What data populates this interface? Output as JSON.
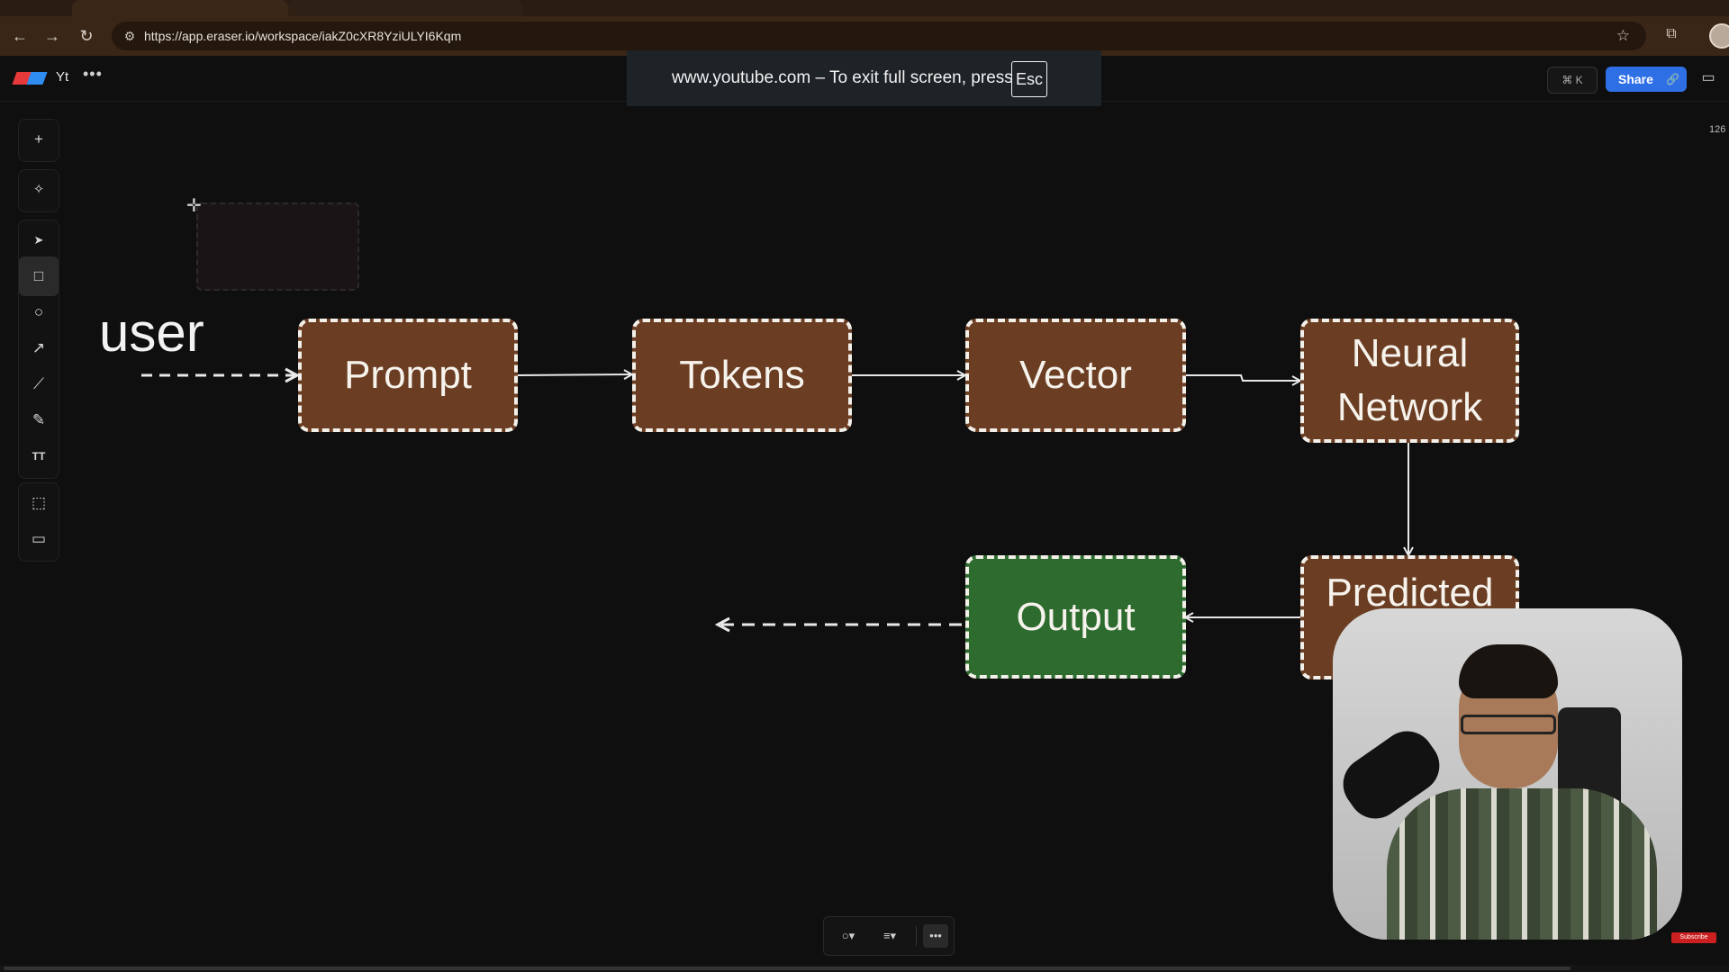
{
  "browser": {
    "url": "https://app.eraser.io/workspace/iakZ0cXR8YziULYI6Kqm",
    "icons": {
      "back": "arrow-left-icon",
      "forward": "arrow-right-icon",
      "reload": "reload-icon",
      "star": "star-icon",
      "extensions": "puzzle-icon"
    }
  },
  "fullscreen_notice": {
    "message": "www.youtube.com – To exit full screen, press",
    "key": "Esc"
  },
  "app_header": {
    "workspace_name": "Yt",
    "more": "•••",
    "search_shortcut": "⌘ K",
    "share_label": "Share",
    "zoom": "126"
  },
  "toolbar": {
    "items": [
      "add",
      "ai-magic",
      "select",
      "rectangle",
      "ellipse",
      "arrow",
      "line",
      "pencil",
      "text",
      "frame",
      "comment"
    ],
    "active": "rectangle"
  },
  "diagram": {
    "user_label": "user",
    "nodes": [
      {
        "id": "prompt",
        "label": "Prompt",
        "color": "#6b3d22"
      },
      {
        "id": "tokens",
        "label": "Tokens",
        "color": "#6b3d22"
      },
      {
        "id": "vector",
        "label": "Vector",
        "color": "#6b3d22"
      },
      {
        "id": "neural",
        "label": "Neural Network",
        "color": "#6b3d22"
      },
      {
        "id": "predicted",
        "label": "Predicted ne",
        "color": "#6b3d22"
      },
      {
        "id": "output",
        "label": "Output",
        "color": "#2d6b2f"
      }
    ]
  },
  "bottom_toolbar": {
    "shape_icon": "circle-icon",
    "align_icon": "align-icon",
    "more": "•••"
  },
  "overlay": {
    "subscribe_badge": "Subscribe"
  }
}
